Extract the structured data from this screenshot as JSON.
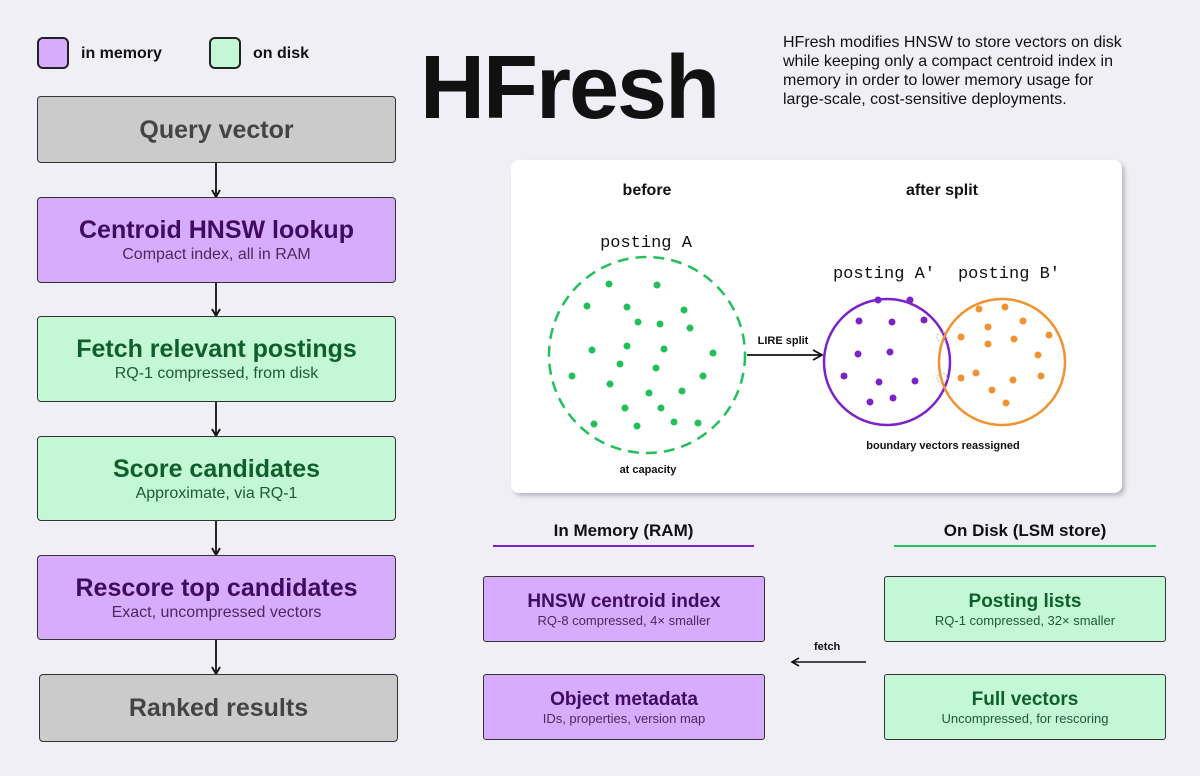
{
  "legend": {
    "memory": {
      "label": "in memory",
      "color": "#d8acfc"
    },
    "disk": {
      "label": "on disk",
      "color": "#c3f7d6"
    }
  },
  "title": "HFresh",
  "description": [
    "HFresh modifies HNSW to store vectors on disk",
    "while keeping only a compact centroid index in",
    "memory in order to lower memory usage for",
    "large-scale, cost-sensitive deployments."
  ],
  "pipeline": [
    {
      "title": "Query vector",
      "subtitle": "",
      "kind": "gray"
    },
    {
      "title": "Centroid HNSW lookup",
      "subtitle": "Compact index, all in RAM",
      "kind": "purple"
    },
    {
      "title": "Fetch relevant postings",
      "subtitle": "RQ-1 compressed, from disk",
      "kind": "green"
    },
    {
      "title": "Score candidates",
      "subtitle": "Approximate, via RQ-1",
      "kind": "green"
    },
    {
      "title": "Rescore top candidates",
      "subtitle": "Exact, uncompressed vectors",
      "kind": "purple"
    },
    {
      "title": "Ranked results",
      "subtitle": "",
      "kind": "gray"
    }
  ],
  "split": {
    "before_label": "before",
    "after_label": "after split",
    "posting_a": "posting A",
    "posting_a_prime": "posting A′",
    "posting_b_prime": "posting B′",
    "arrow_label": "LIRE split",
    "capacity_label": "at capacity",
    "boundary_label": "boundary vectors reassigned",
    "colors": {
      "before": "#22c05a",
      "a_prime": "#7b22c8",
      "b_prime": "#f0922f"
    }
  },
  "memory_column": {
    "heading": "In Memory (RAM)",
    "accent": "#7b22c8",
    "boxes": [
      {
        "title": "HNSW centroid index",
        "subtitle": "RQ-8 compressed, 4× smaller"
      },
      {
        "title": "Object metadata",
        "subtitle": "IDs, properties, version map"
      }
    ]
  },
  "disk_column": {
    "heading": "On Disk (LSM store)",
    "accent": "#22c05a",
    "boxes": [
      {
        "title": "Posting lists",
        "subtitle": "RQ-1 compressed, 32× smaller"
      },
      {
        "title": "Full vectors",
        "subtitle": "Uncompressed, for rescoring"
      }
    ]
  },
  "fetch_label": "fetch"
}
